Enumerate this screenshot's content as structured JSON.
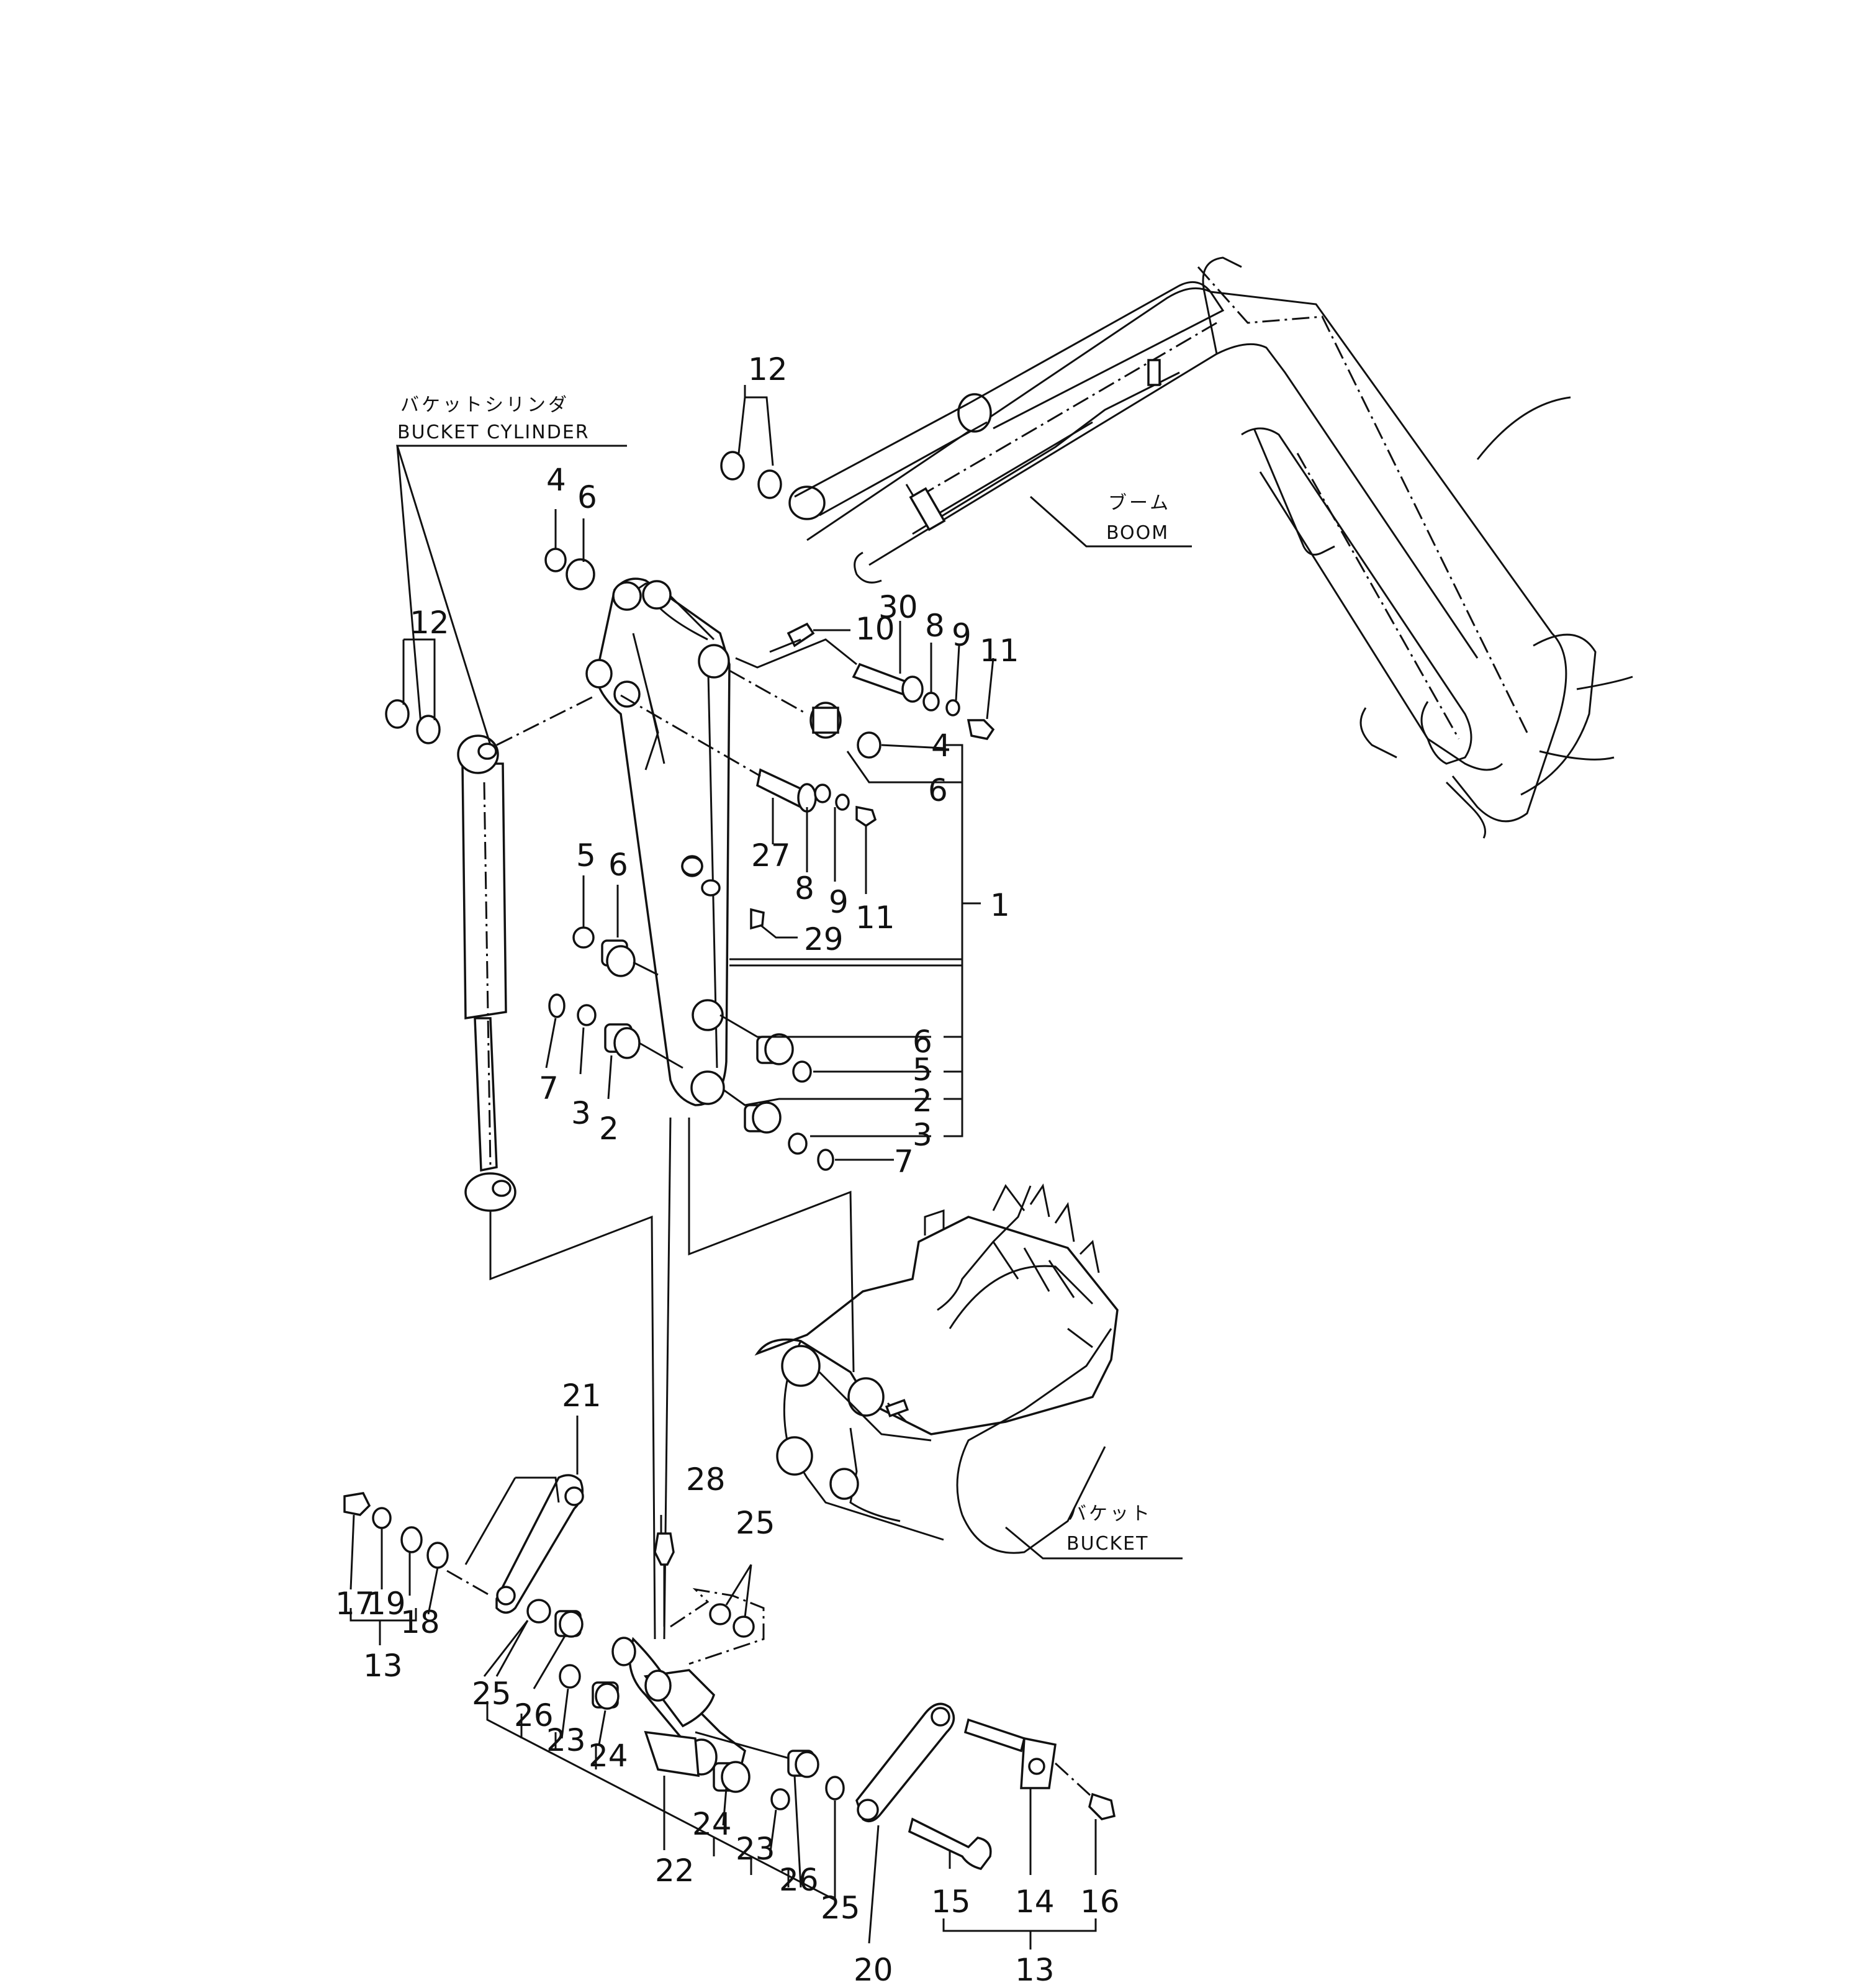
{
  "callouts": {
    "bucket_cylinder_jp": "バケットシリンダ",
    "bucket_cylinder_en": "BUCKET CYLINDER",
    "boom_jp": "ブーム",
    "boom_en": "BOOM",
    "bucket_jp": "バケット",
    "bucket_en": "BUCKET"
  },
  "part_numbers": {
    "p12_top": "12",
    "p4_top": "4",
    "p6_top": "6",
    "p30": "30",
    "p8_top": "8",
    "p9_top": "9",
    "p11_top": "11",
    "p10": "10",
    "p12_left": "12",
    "p4_right": "4",
    "p6_right": "6",
    "p27": "27",
    "p8_mid": "8",
    "p9_mid": "9",
    "p11_mid": "11",
    "p5_left": "5",
    "p6_left": "6",
    "p29": "29",
    "p1": "1",
    "p7_left": "7",
    "p3_left": "3",
    "p2_left": "2",
    "p6_low": "6",
    "p5_low": "5",
    "p2_low": "2",
    "p3_low": "3",
    "p7_low": "7",
    "p21": "21",
    "p28": "28",
    "p25_top": "25",
    "p17": "17",
    "p19": "19",
    "p18": "18",
    "p13_left": "13",
    "p25_left": "25",
    "p26_left": "26",
    "p23_left": "23",
    "p24_left": "24",
    "p24_right": "24",
    "p23_right": "23",
    "p22": "22",
    "p26_right": "26",
    "p25_right": "25",
    "p20": "20",
    "p15": "15",
    "p14": "14",
    "p16": "16",
    "p13_right": "13"
  }
}
